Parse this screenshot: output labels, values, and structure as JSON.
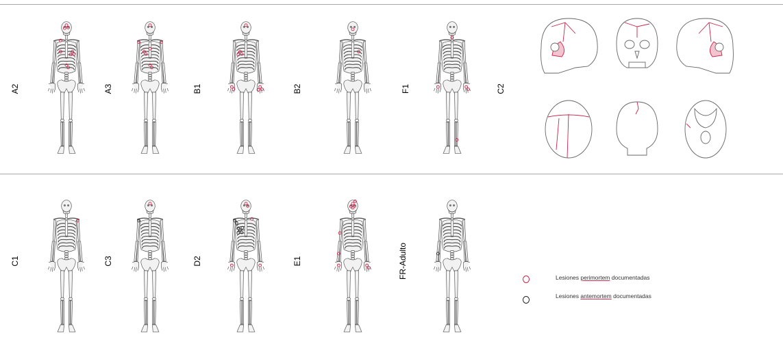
{
  "colors": {
    "perimortem": "#c8234a",
    "antemortem": "#222222",
    "bone": "#f2f2f2",
    "outline": "#555555"
  },
  "panels": [
    {
      "id": "A2",
      "label": "A2",
      "lesions": [
        {
          "region": "cranium",
          "type": "perimortem"
        },
        {
          "region": "cranium",
          "type": "perimortem"
        },
        {
          "region": "cranium",
          "type": "perimortem"
        },
        {
          "region": "clavicle-right",
          "type": "perimortem"
        },
        {
          "region": "thorax-right",
          "type": "perimortem"
        },
        {
          "region": "thorax-left",
          "type": "perimortem"
        },
        {
          "region": "thorax-left",
          "type": "perimortem"
        },
        {
          "region": "thorax-left",
          "type": "perimortem"
        },
        {
          "region": "spine",
          "type": "perimortem"
        },
        {
          "region": "spine",
          "type": "perimortem"
        }
      ]
    },
    {
      "id": "A3",
      "label": "A3",
      "lesions": [
        {
          "region": "cranium",
          "type": "perimortem"
        },
        {
          "region": "shoulder-right",
          "type": "perimortem"
        },
        {
          "region": "shoulder-left",
          "type": "perimortem"
        },
        {
          "region": "thorax-right",
          "type": "perimortem"
        },
        {
          "region": "thorax-right",
          "type": "perimortem"
        },
        {
          "region": "sternum",
          "type": "perimortem"
        },
        {
          "region": "spine",
          "type": "perimortem"
        },
        {
          "region": "spine",
          "type": "perimortem"
        }
      ]
    },
    {
      "id": "B1",
      "label": "B1",
      "lesions": [
        {
          "region": "cranium",
          "type": "perimortem"
        },
        {
          "region": "thorax-right",
          "type": "perimortem"
        },
        {
          "region": "thorax-right",
          "type": "perimortem"
        },
        {
          "region": "thorax-right",
          "type": "perimortem"
        },
        {
          "region": "hand-right",
          "type": "perimortem"
        },
        {
          "region": "hand-right",
          "type": "perimortem"
        },
        {
          "region": "hand-left",
          "type": "perimortem"
        },
        {
          "region": "hand-left",
          "type": "perimortem"
        },
        {
          "region": "hand-left",
          "type": "perimortem"
        }
      ]
    },
    {
      "id": "B2",
      "label": "B2",
      "lesions": [
        {
          "region": "face",
          "type": "perimortem"
        },
        {
          "region": "thorax-left",
          "type": "perimortem"
        }
      ]
    },
    {
      "id": "F1",
      "label": "F1",
      "lesions": [
        {
          "region": "neck",
          "type": "perimortem"
        },
        {
          "region": "hand-right",
          "type": "perimortem"
        },
        {
          "region": "hand-left",
          "type": "perimortem"
        },
        {
          "region": "hand-left",
          "type": "perimortem"
        },
        {
          "region": "foot-left",
          "type": "perimortem"
        }
      ]
    },
    {
      "id": "C1",
      "label": "C1",
      "lesions": [
        {
          "region": "shoulder-left",
          "type": "perimortem"
        }
      ]
    },
    {
      "id": "C3",
      "label": "C3",
      "lesions": [
        {
          "region": "cranium",
          "type": "perimortem"
        },
        {
          "region": "shoulder-right",
          "type": "antemortem"
        }
      ]
    },
    {
      "id": "D2",
      "label": "D2",
      "lesions": [
        {
          "region": "cranium",
          "type": "perimortem"
        },
        {
          "region": "cranium",
          "type": "perimortem"
        },
        {
          "region": "clavicle-left",
          "type": "perimortem"
        },
        {
          "region": "shoulder-right",
          "type": "antemortem"
        },
        {
          "region": "shoulder-right",
          "type": "antemortem"
        },
        {
          "region": "thorax-right",
          "type": "antemortem"
        },
        {
          "region": "thorax-right",
          "type": "antemortem"
        },
        {
          "region": "thorax-right",
          "type": "antemortem"
        },
        {
          "region": "thorax-right",
          "type": "antemortem"
        },
        {
          "region": "thorax-right",
          "type": "antemortem"
        },
        {
          "region": "hand-right",
          "type": "perimortem"
        },
        {
          "region": "hand-left",
          "type": "perimortem"
        }
      ]
    },
    {
      "id": "E1",
      "label": "E1",
      "lesions": [
        {
          "region": "cranium",
          "type": "perimortem"
        },
        {
          "region": "cranium",
          "type": "perimortem"
        },
        {
          "region": "cranium",
          "type": "perimortem"
        },
        {
          "region": "cranium",
          "type": "perimortem"
        },
        {
          "region": "face",
          "type": "perimortem"
        },
        {
          "region": "humerus-right",
          "type": "perimortem"
        },
        {
          "region": "forearm-right",
          "type": "perimortem"
        },
        {
          "region": "hand-right",
          "type": "perimortem"
        },
        {
          "region": "hand-left",
          "type": "perimortem"
        },
        {
          "region": "hand-left",
          "type": "perimortem"
        }
      ]
    },
    {
      "id": "FR",
      "label": "FR-Adulto",
      "lesions": [
        {
          "region": "forearm-right",
          "type": "antemortem"
        }
      ]
    }
  ],
  "cranium_panel": {
    "id": "C2",
    "label": "C2",
    "views": [
      "lateral-right",
      "anterior",
      "lateral-left",
      "superior",
      "posterior",
      "inferior"
    ]
  },
  "legend": [
    {
      "symbol": "O",
      "color": "#c8234a",
      "text_before": "Lesiones ",
      "emph": "perimortem",
      "text_after": " documentadas"
    },
    {
      "symbol": "O",
      "color": "#222222",
      "text_before": "Lesiones ",
      "emph": "antemortem",
      "text_after": " documentadas"
    }
  ]
}
